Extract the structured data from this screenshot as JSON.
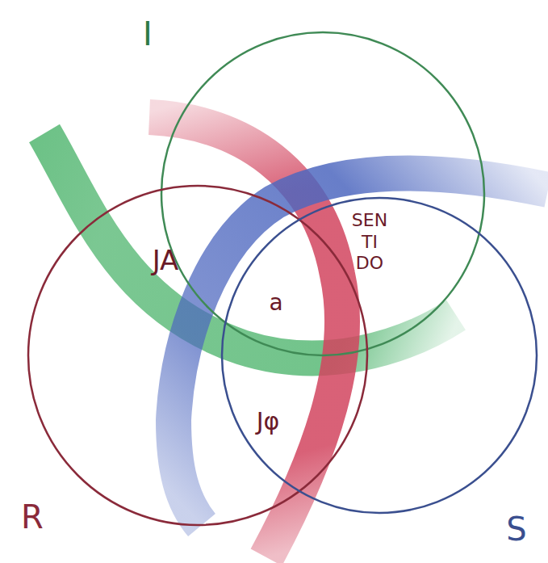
{
  "diagram": {
    "nodes": [
      {
        "text": [
          "I"
        ]
      },
      {
        "text": [
          "R"
        ]
      },
      {
        "text": [
          "S"
        ]
      }
    ],
    "labels": [
      "JA",
      "SEN TI DO",
      "a",
      "Jφ"
    ]
  }
}
